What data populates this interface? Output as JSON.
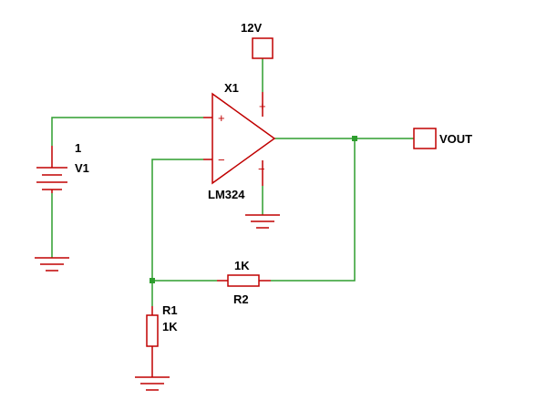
{
  "colors": {
    "wire": "#2e9e2e",
    "component": "#c00000",
    "node": "#2e9e2e",
    "text": "#000000"
  },
  "supply": {
    "label": "12V"
  },
  "opamp": {
    "ref": "X1",
    "part": "LM324",
    "in_plus_sign": "+",
    "in_minus_sign": "−",
    "supply_plus_sign": "+",
    "supply_minus_sign": "−"
  },
  "source": {
    "value": "1",
    "ref": "V1"
  },
  "output": {
    "label": "VOUT"
  },
  "r1": {
    "ref": "R1",
    "value": "1K"
  },
  "r2": {
    "ref": "R2",
    "value": "1K"
  }
}
